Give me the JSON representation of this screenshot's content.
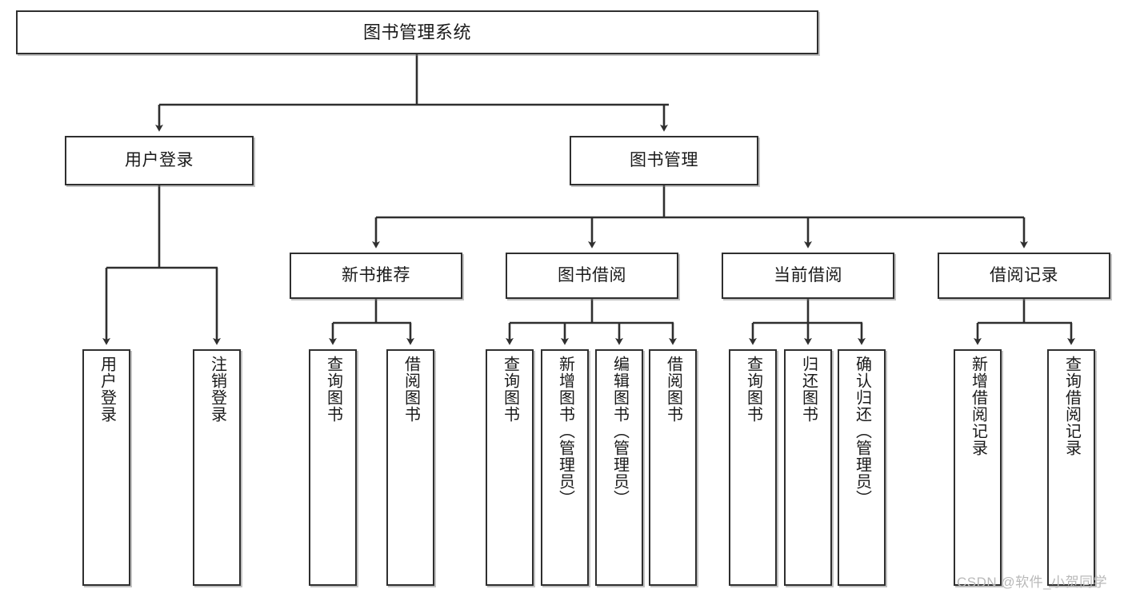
{
  "diagram": {
    "title": "图书管理系统",
    "type": "tree-hierarchy",
    "orientation": "top-down",
    "colors": {
      "stroke": "#2f2f2f",
      "fill": "#ffffff",
      "text": "#1a1a1a",
      "watermark": "#b9b9b9"
    },
    "root": {
      "label": "图书管理系统"
    },
    "level2": [
      {
        "label": "用户登录"
      },
      {
        "label": "图书管理"
      }
    ],
    "level3": [
      {
        "label": "新书推荐"
      },
      {
        "label": "图书借阅"
      },
      {
        "label": "当前借阅"
      },
      {
        "label": "借阅记录"
      }
    ],
    "leaves": {
      "user_login": [
        {
          "label": "用户登录"
        },
        {
          "label": "注销登录"
        }
      ],
      "new_book_recommend": [
        {
          "label": "查询图书"
        },
        {
          "label": "借阅图书"
        }
      ],
      "book_borrow": [
        {
          "label": "查询图书"
        },
        {
          "label": "新增图书（管理员）"
        },
        {
          "label": "编辑图书（管理员）"
        },
        {
          "label": "借阅图书"
        }
      ],
      "current_borrow": [
        {
          "label": "查询图书"
        },
        {
          "label": "归还图书"
        },
        {
          "label": "确认归还（管理员）"
        }
      ],
      "borrow_record": [
        {
          "label": "新增借阅记录"
        },
        {
          "label": "查询借阅记录"
        }
      ]
    }
  },
  "watermark": {
    "text": "CSDN @软件_小贺同学"
  }
}
